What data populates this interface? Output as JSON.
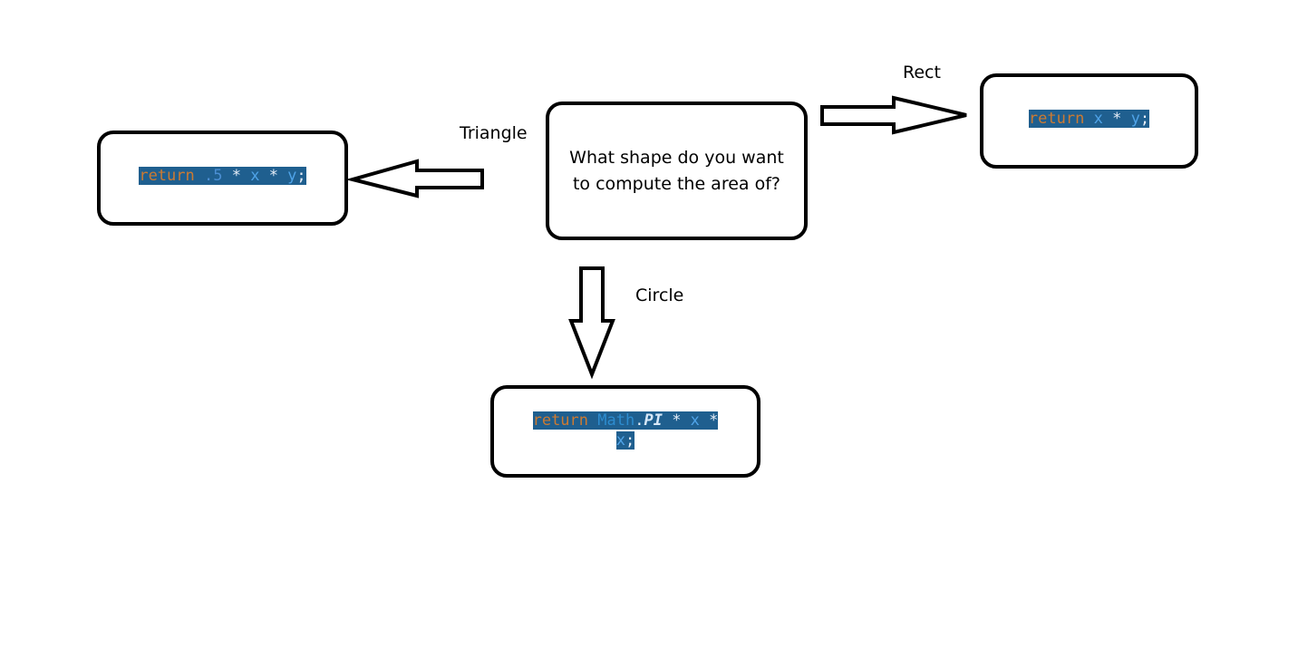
{
  "question": {
    "line1": "What shape do you want",
    "line2": "to compute the area of?"
  },
  "labels": {
    "rect": "Rect",
    "triangle": "Triangle",
    "circle": "Circle"
  },
  "code": {
    "rect": {
      "kw": "return",
      "x": "x",
      "op1": " * ",
      "y": "y",
      "end": ";"
    },
    "triangle": {
      "kw": "return",
      "num": ".5",
      "op1": " * ",
      "x": "x",
      "op2": " * ",
      "y": "y",
      "end": ";"
    },
    "circle": {
      "kw": "return",
      "cls": "Math",
      "dot": ".",
      "fld": "PI",
      "op1": " * ",
      "x1": "x",
      "op2": " *",
      "x2": "x",
      "end": ";"
    }
  },
  "colors": {
    "highlight": "#1f5f8f",
    "keyword": "#cc7a32",
    "identifier": "#4fa3e8",
    "border": "#000000"
  }
}
